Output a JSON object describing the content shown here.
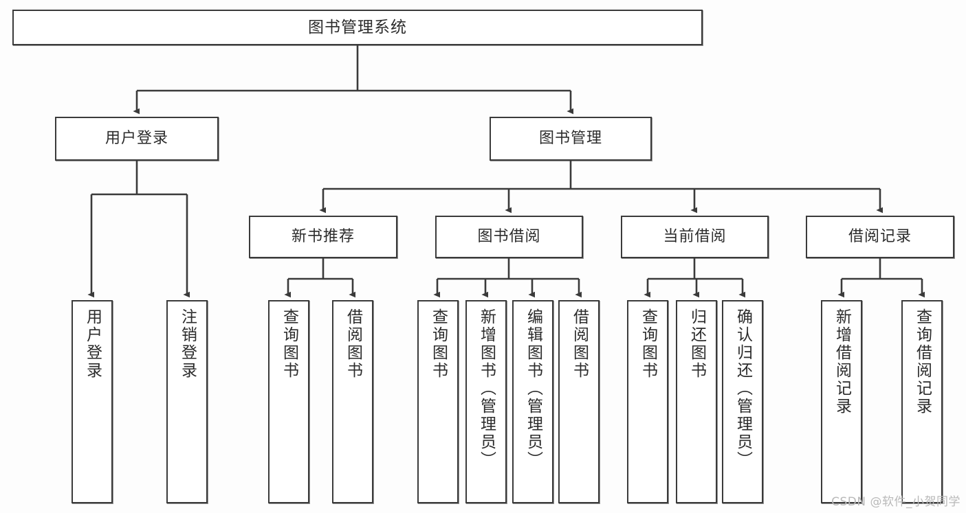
{
  "diagram": {
    "title": "图书管理系统",
    "watermark": "CSDN @软件_小贺同学",
    "colors": {
      "background": "#fdfdfd",
      "node_fill": "#ffffff",
      "stroke": "#3a3a3a",
      "text": "#2b2b2b",
      "watermark": "#b9b9b9"
    },
    "levels": {
      "root": {
        "label": "图书管理系统"
      },
      "level2": [
        {
          "key": "user_login",
          "label": "用户登录"
        },
        {
          "key": "book_manage",
          "label": "图书管理"
        }
      ],
      "level3": [
        {
          "key": "new_book_rec",
          "label": "新书推荐"
        },
        {
          "key": "book_borrow",
          "label": "图书借阅"
        },
        {
          "key": "current_borrow",
          "label": "当前借阅"
        },
        {
          "key": "borrow_record",
          "label": "借阅记录"
        }
      ],
      "leaves": {
        "user_login": [
          {
            "key": "leaf-user-login",
            "label": "用户登录"
          },
          {
            "key": "leaf-user-logout",
            "label": "注销登录"
          }
        ],
        "new_book_rec": [
          {
            "key": "leaf-query-book-1",
            "label": "查询图书"
          },
          {
            "key": "leaf-borrow-book-1",
            "label": "借阅图书"
          }
        ],
        "book_borrow": [
          {
            "key": "leaf-query-book-2",
            "label": "查询图书"
          },
          {
            "key": "leaf-add-book",
            "label": "新增图书（管理员）"
          },
          {
            "key": "leaf-edit-book",
            "label": "编辑图书（管理员）"
          },
          {
            "key": "leaf-borrow-book-2",
            "label": "借阅图书"
          }
        ],
        "current_borrow": [
          {
            "key": "leaf-query-book-3",
            "label": "查询图书"
          },
          {
            "key": "leaf-return-book",
            "label": "归还图书"
          },
          {
            "key": "leaf-confirm-return",
            "label": "确认归还（管理员）"
          }
        ],
        "borrow_record": [
          {
            "key": "leaf-add-record",
            "label": "新增借阅记录"
          },
          {
            "key": "leaf-query-record",
            "label": "查询借阅记录"
          }
        ]
      }
    }
  }
}
